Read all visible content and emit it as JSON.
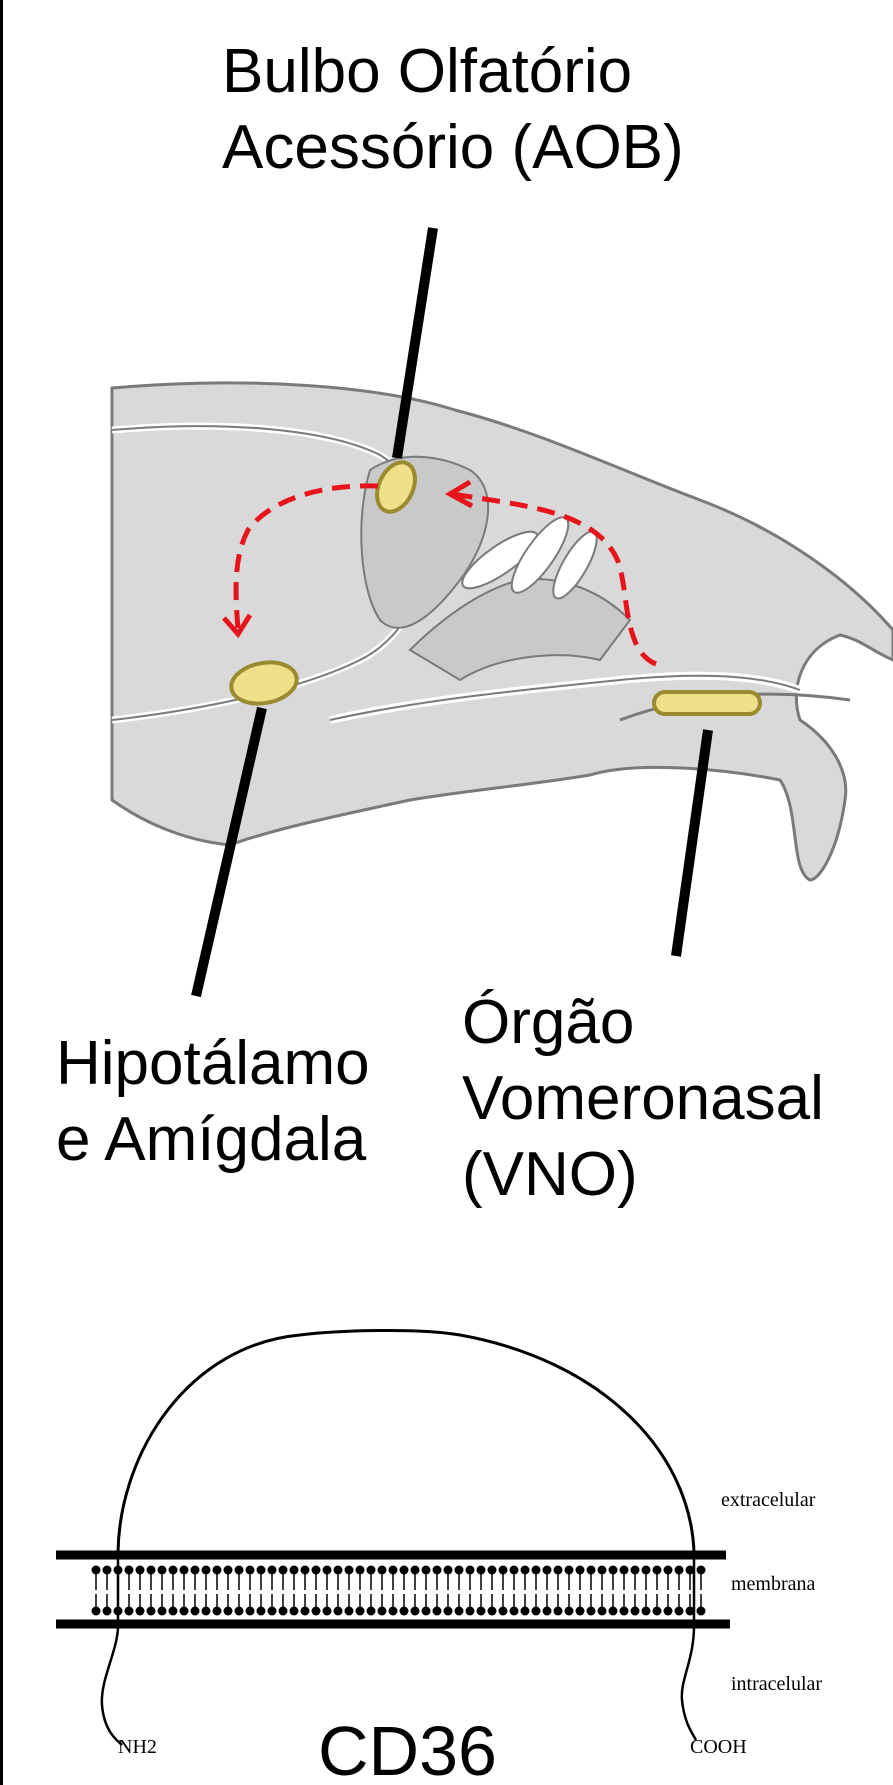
{
  "brain_diagram": {
    "aob_label": [
      "Bulbo Olfatório",
      "Acessório (AOB)"
    ],
    "hypothalamus_label": [
      "Hipotálamo",
      "e Amígdala"
    ],
    "vno_label": [
      "Órgão",
      "Vomeronasal",
      "(VNO)"
    ],
    "colors": {
      "pathway": "#e8141b",
      "structure": "#efe08a",
      "skull": "#d9d9d9",
      "pointer": "#000000"
    }
  },
  "cd36_diagram": {
    "title": "CD36",
    "extracellular_label": "extracelular",
    "membrane_label": "membrana",
    "intracellular_label": "intracelular",
    "n_terminus_label": "NH2",
    "c_terminus_label": "COOH"
  }
}
